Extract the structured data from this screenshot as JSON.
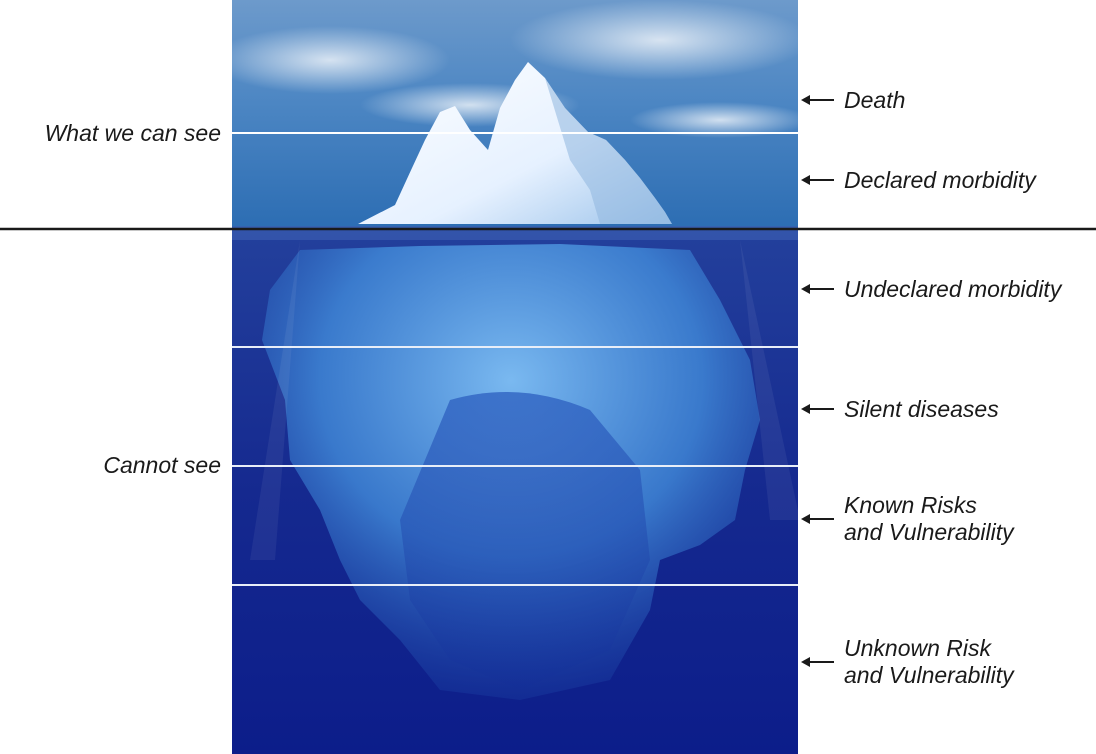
{
  "left_labels": {
    "above": "What we can see",
    "below": "Cannot see"
  },
  "levels": [
    {
      "label": "Death"
    },
    {
      "label": "Declared morbidity"
    },
    {
      "label": "Undeclared morbidity"
    },
    {
      "label": "Silent diseases"
    },
    {
      "label": "Known Risks\nand Vulnerability"
    },
    {
      "label": "Unknown Risk\nand Vulnerability"
    }
  ],
  "icons": {
    "arrow": "left-arrow-icon"
  },
  "colors": {
    "sky_top": "#5a8cc4",
    "sky_bottom": "#2f6fb4",
    "water_top": "#1f3f9a",
    "water_bottom": "#0e1f8c",
    "ice": "#f2f8ff",
    "ice_underwater": "#4f9ae0",
    "divider": "#ffffff",
    "waterline": "#1a1a1a",
    "text": "#1a1a1a"
  }
}
